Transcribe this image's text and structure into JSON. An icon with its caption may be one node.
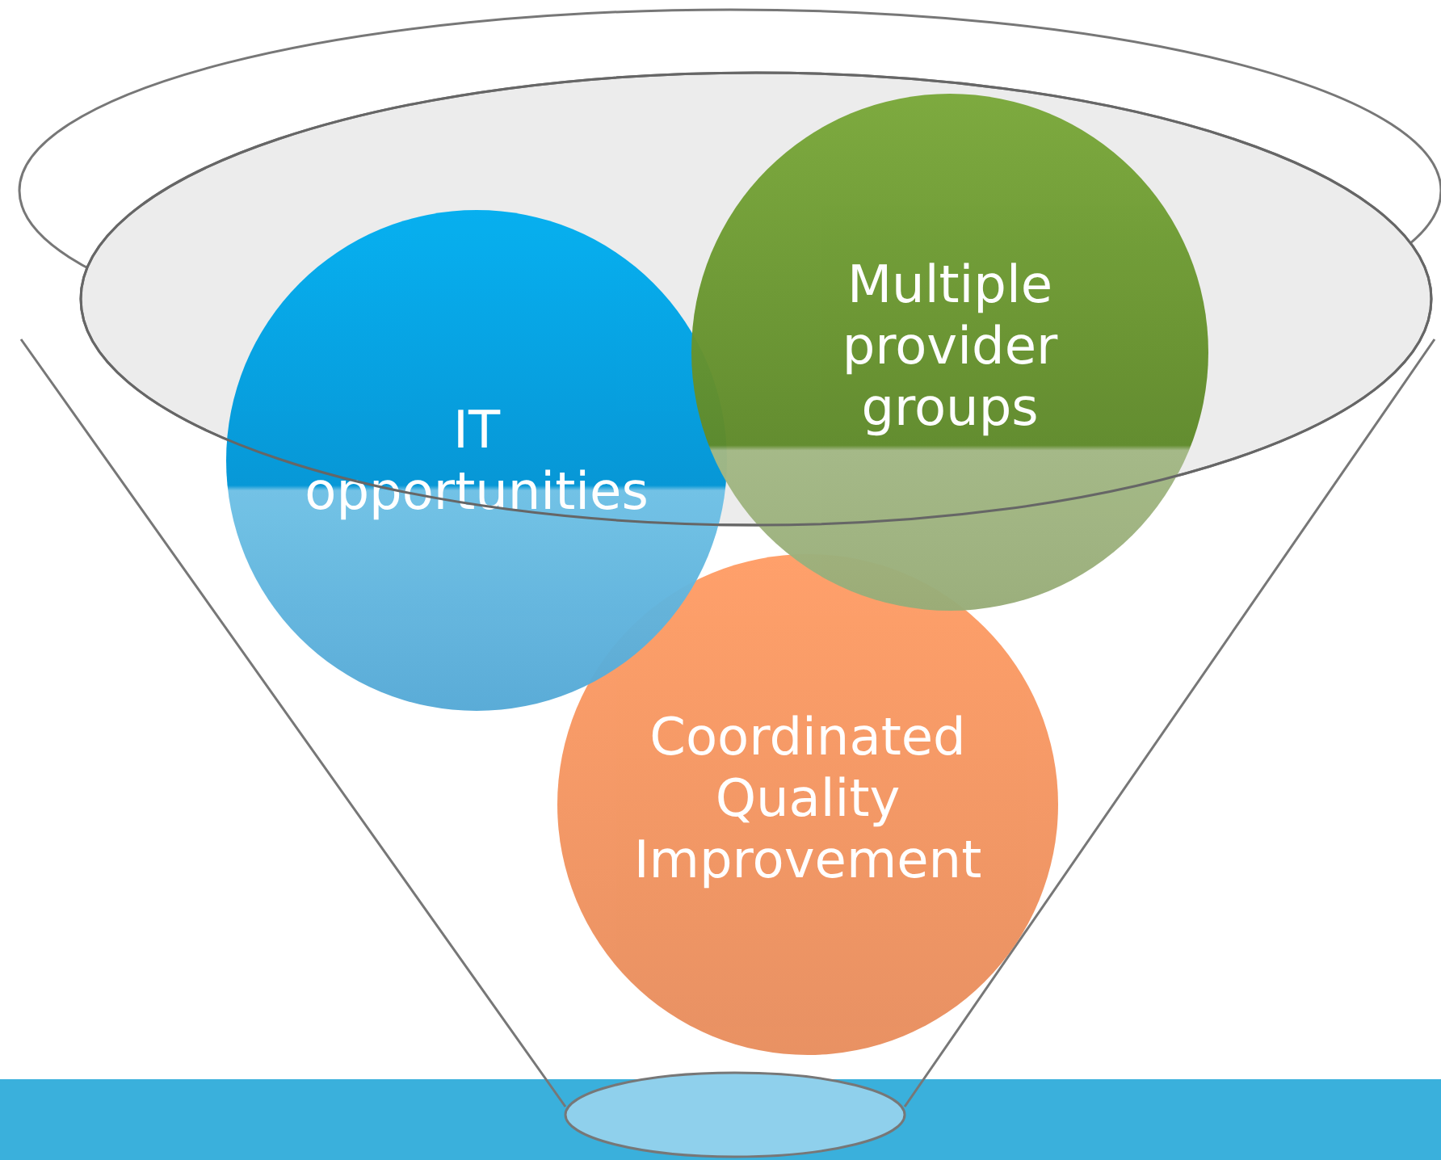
{
  "diagram": {
    "nodes": [
      {
        "text": [
          "IT opportunities"
        ]
      },
      {
        "text": [
          "Multiple provider groups"
        ]
      },
      {
        "text": [
          "Coordinated Quality Improvement"
        ]
      }
    ]
  }
}
